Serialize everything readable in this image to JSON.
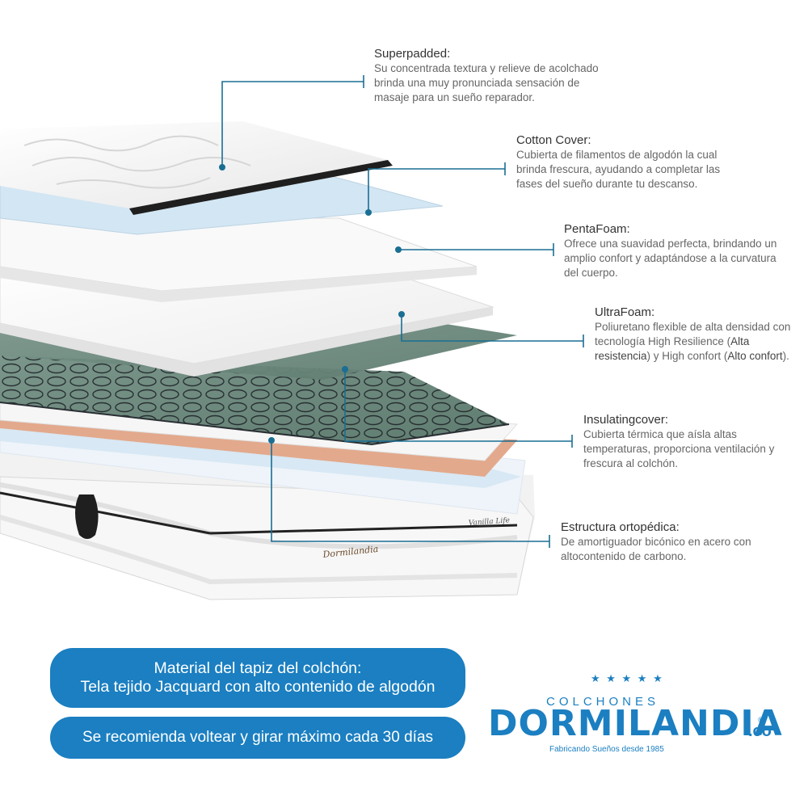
{
  "colors": {
    "accent": "#1b7fc1",
    "leader": "#1a6e93",
    "foam_green": "#6e8c80",
    "copper": "#e3a98c",
    "blue_layer": "#cfe3f1"
  },
  "callouts": {
    "superpadded": {
      "title": "Superpadded:",
      "text": "Su concentrada textura y relieve de acolchado brinda una muy pronunciada sensación de masaje para un sueño reparador."
    },
    "cotton": {
      "title": "Cotton Cover:",
      "text": "Cubierta de filamentos de algodón la cual brinda frescura, ayudando a completar las fases del sueño durante tu descanso."
    },
    "pentafoam": {
      "title": "PentaFoam:",
      "text": "Ofrece una suavidad perfecta, brindando un amplio confort y adaptándose a la curvatura del cuerpo."
    },
    "ultrafoam": {
      "title": "UltraFoam:",
      "text_a": "Poliuretano flexible de alta densidad con tecnología High Resilience (",
      "bold_a": "Alta resistencia",
      "text_b": ") y High confort (",
      "bold_b": "Alto confort",
      "text_c": ")."
    },
    "insulating": {
      "title": "Insulatingcover:",
      "text": "Cubierta térmica que aísla altas temperaturas, proporciona ventilación y frescura al colchón."
    },
    "estructura": {
      "title": "Estructura ortopédica:",
      "text": "De amortiguador bicónico en acero con altocontenido de carbono."
    }
  },
  "pills": {
    "material_line1": "Material del tapiz del colchón:",
    "material_line2": "Tela tejido Jacquard con alto contenido de algodón",
    "voltear": "Se recomienda voltear y girar máximo cada 30 días"
  },
  "mattress_labels": {
    "brand_side": "Dormilandia",
    "model_side": "Vanilla Life"
  },
  "logo": {
    "colchones": "COLCHONES",
    "main": "DORMILANDIA",
    "tld": ".co",
    "registered": "®",
    "tagline": "Fabricando Sueños desde 1985",
    "stars": "★ ★ ★ ★ ★"
  }
}
